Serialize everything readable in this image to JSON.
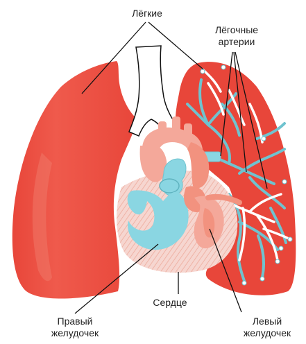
{
  "labels": {
    "lungs": "Лёгкие",
    "pulmonary_arteries_line1": "Лёгочные",
    "pulmonary_arteries_line2": "артерии",
    "heart": "Сердце",
    "right_ventricle_line1": "Правый",
    "right_ventricle_line2": "желудочек",
    "left_ventricle_line1": "Левый",
    "left_ventricle_line2": "желудочек"
  },
  "colors": {
    "lung": "#e8463a",
    "lung_highlight": "#f07a6a",
    "artery": "#6fc3cf",
    "heart_pink": "#f4a89a",
    "heart_salmon": "#f2927f",
    "ventricle_blue": "#8ad6e2",
    "airway": "#ffffff",
    "leader_line": "#111111"
  }
}
